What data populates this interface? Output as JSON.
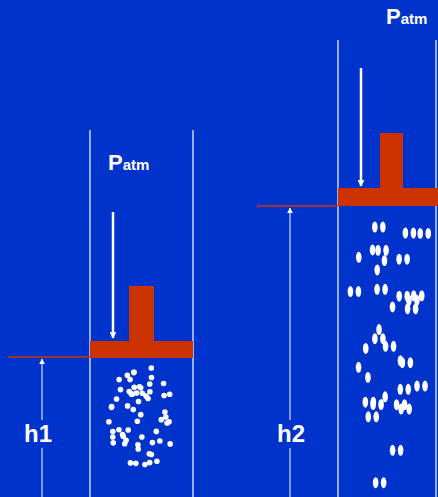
{
  "diagram": {
    "labels": [
      "Patm",
      "Patm",
      "h1",
      "h2"
    ]
  }
}
